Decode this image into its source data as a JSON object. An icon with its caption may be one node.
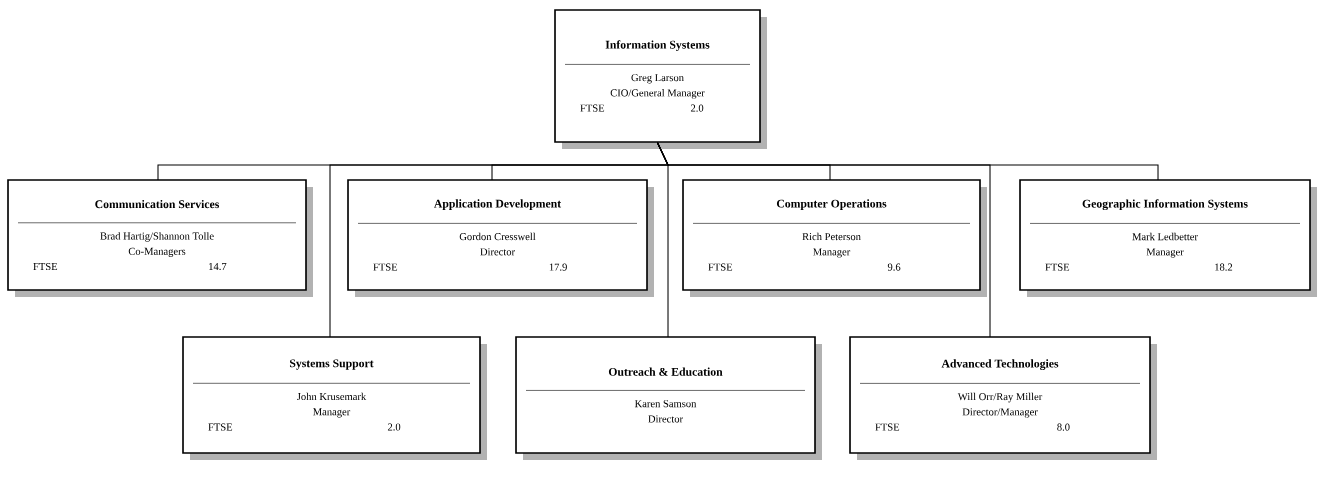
{
  "diagram": {
    "nodes": [
      {
        "text": [
          "Information Systems",
          "Greg Larson",
          "CIO/General Manager",
          "FTSE",
          "2.0"
        ]
      },
      {
        "text": [
          "Communication Services",
          "Brad Hartig/Shannon Tolle",
          "Co-Managers",
          "FTSE",
          "14.7"
        ]
      },
      {
        "text": [
          "Application Development",
          "Gordon Cresswell",
          "Director",
          "FTSE",
          "17.9"
        ]
      },
      {
        "text": [
          "Computer Operations",
          "Rich Peterson",
          "Manager",
          "FTSE",
          "9.6"
        ]
      },
      {
        "text": [
          "Geographic Information Systems",
          "Mark Ledbetter",
          "Manager",
          "FTSE",
          "18.2"
        ]
      },
      {
        "text": [
          "Systems Support",
          "John Krusemark",
          "Manager",
          "FTSE",
          "2.0"
        ]
      },
      {
        "text": [
          "Outreach & Education",
          "Karen Samson",
          "Director"
        ]
      },
      {
        "text": [
          "Advanced Technologies",
          "Will Orr/Ray Miller",
          "Director/Manager",
          "FTSE",
          "8.0"
        ]
      }
    ],
    "edges": [
      {
        "from": 0,
        "to": 1,
        "arrow": "none"
      },
      {
        "from": 0,
        "to": 2,
        "arrow": "none"
      },
      {
        "from": 0,
        "to": 3,
        "arrow": "none"
      },
      {
        "from": 0,
        "to": 4,
        "arrow": "none"
      },
      {
        "from": 0,
        "to": 5,
        "arrow": "none"
      },
      {
        "from": 0,
        "to": 6,
        "arrow": "none"
      },
      {
        "from": 0,
        "to": 7,
        "arrow": "none"
      }
    ]
  }
}
